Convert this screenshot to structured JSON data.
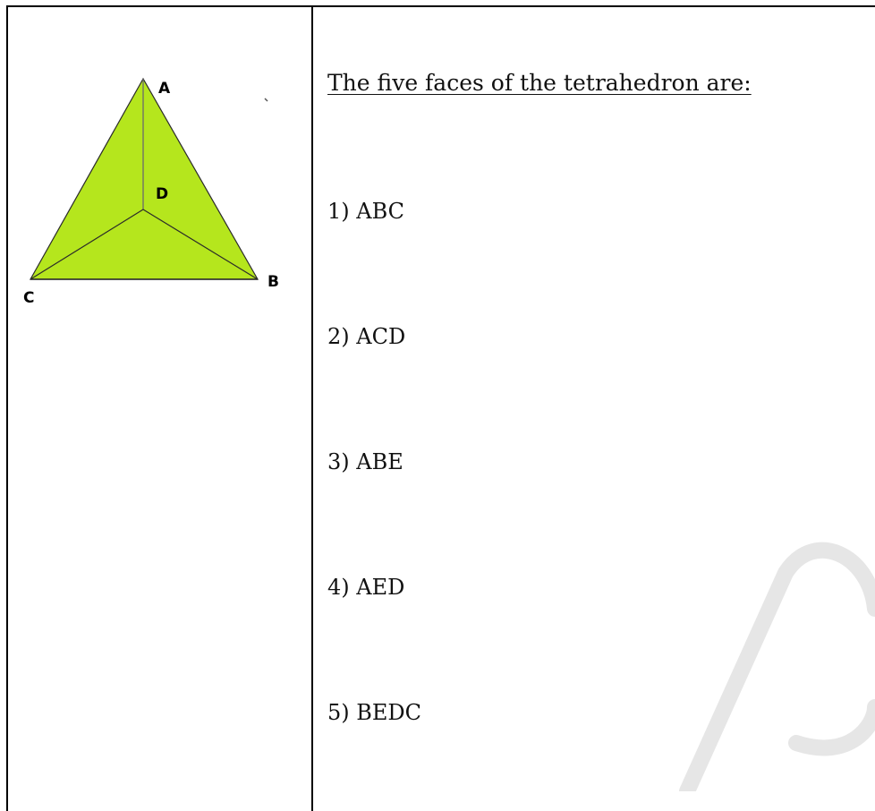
{
  "figure": {
    "vertices": {
      "a": "A",
      "b": "B",
      "c": "C",
      "d": "D"
    },
    "fill_color": "#b5e61d",
    "edge_color": "#2a2a2a"
  },
  "heading": "The five faces of the tetrahedron are:",
  "faces": [
    "1) ABC",
    "2) ACD",
    "3) ABE",
    "4) AED",
    "5) BEDC"
  ]
}
